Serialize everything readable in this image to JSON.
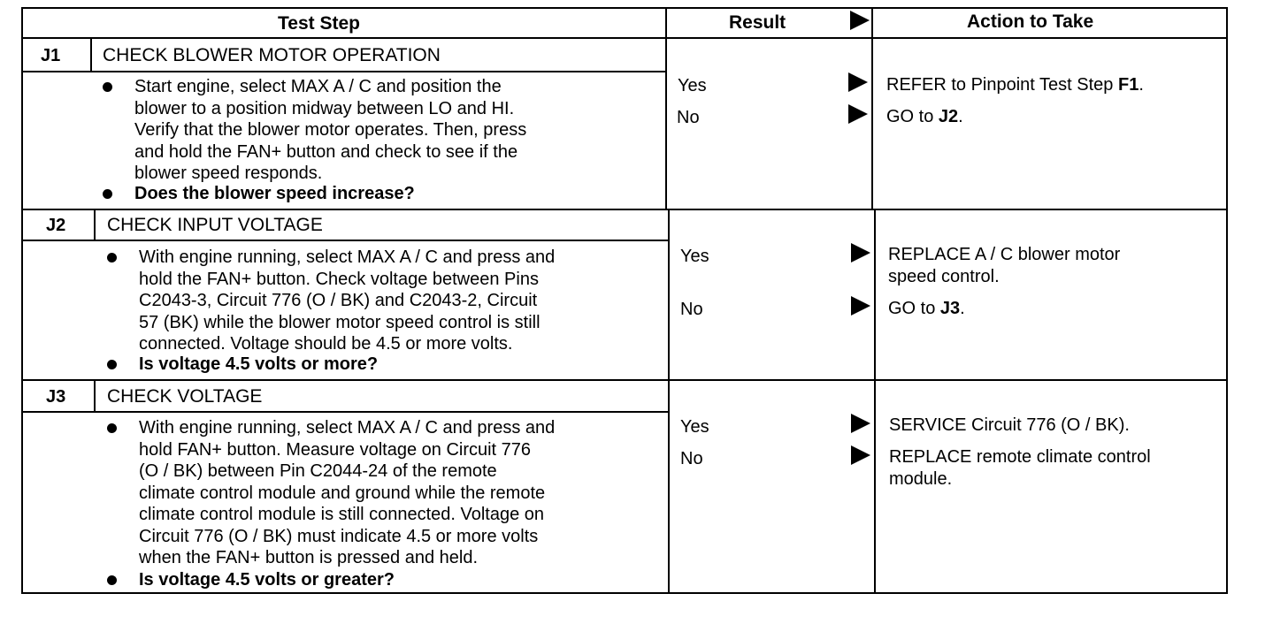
{
  "header": {
    "test_step": "Test Step",
    "result": "Result",
    "action": "Action to Take"
  },
  "steps": [
    {
      "code": "J1",
      "title": "CHECK BLOWER MOTOR OPERATION",
      "instruction": "Start engine, select MAX A / C and position the\nblower to a position midway between LO and HI.\nVerify that the blower motor operates. Then, press\nand hold the FAN+ button and check to see if the\nblower speed responds.",
      "question": "Does the blower speed increase?",
      "results": [
        {
          "label": "Yes",
          "action_prefix": "REFER to Pinpoint Test Step ",
          "action_bold": "F1",
          "action_suffix": "."
        },
        {
          "label": "No",
          "action_prefix": "GO to ",
          "action_bold": "J2",
          "action_suffix": "."
        }
      ]
    },
    {
      "code": "J2",
      "title": "CHECK INPUT VOLTAGE",
      "instruction": "With engine running, select MAX A / C and press and\nhold the FAN+ button. Check voltage between Pins\nC2043-3, Circuit 776 (O / BK) and C2043-2, Circuit\n57 (BK) while the blower motor speed control is still\nconnected. Voltage should be 4.5 or more volts.",
      "question": "Is voltage 4.5 volts or more?",
      "results": [
        {
          "label": "Yes",
          "action_prefix": "REPLACE A / C blower motor\nspeed control.",
          "action_bold": "",
          "action_suffix": ""
        },
        {
          "label": "No",
          "action_prefix": "GO to ",
          "action_bold": "J3",
          "action_suffix": "."
        }
      ]
    },
    {
      "code": "J3",
      "title": "CHECK VOLTAGE",
      "instruction": "With engine running, select MAX A / C and press and\nhold FAN+ button. Measure voltage on Circuit 776\n(O / BK) between Pin C2044-24 of the remote\nclimate control module and ground while the remote\nclimate control module is still connected. Voltage on\nCircuit 776 (O / BK) must indicate 4.5 or more volts\nwhen the FAN+ button is pressed and held.",
      "question": "Is voltage 4.5 volts or greater?",
      "results": [
        {
          "label": "Yes",
          "action_prefix": "SERVICE Circuit 776 (O / BK).",
          "action_bold": "",
          "action_suffix": ""
        },
        {
          "label": "No",
          "action_prefix": "REPLACE remote climate control\nmodule.",
          "action_bold": "",
          "action_suffix": ""
        }
      ]
    }
  ]
}
